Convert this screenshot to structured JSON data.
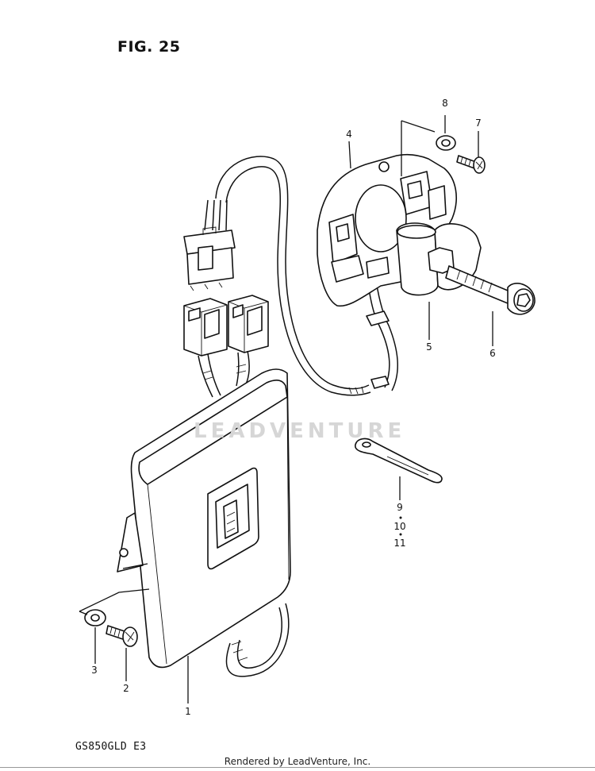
{
  "title": "FIG. 25",
  "model_code": "GS850GLD  E3",
  "footer": "Rendered by LeadVenture, Inc.",
  "watermark": "LEADVENTURE",
  "callouts": {
    "p1": "1",
    "p2": "2",
    "p3": "3",
    "p4": "4",
    "p5": "5",
    "p6": "6",
    "p7": "7",
    "p8": "8",
    "p9": "9",
    "p10": "10",
    "p11": "11"
  }
}
